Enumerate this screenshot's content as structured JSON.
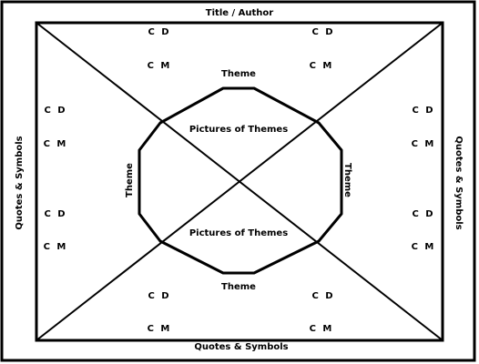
{
  "labels": {
    "title_author": "Title / Author",
    "quotes_symbols": "Quotes & Symbols",
    "theme": "Theme",
    "pictures_of_themes": "Pictures of Themes",
    "cd": "C D",
    "cm": "C M"
  },
  "colors": {
    "line": "#000000",
    "background": "#ffffff"
  }
}
